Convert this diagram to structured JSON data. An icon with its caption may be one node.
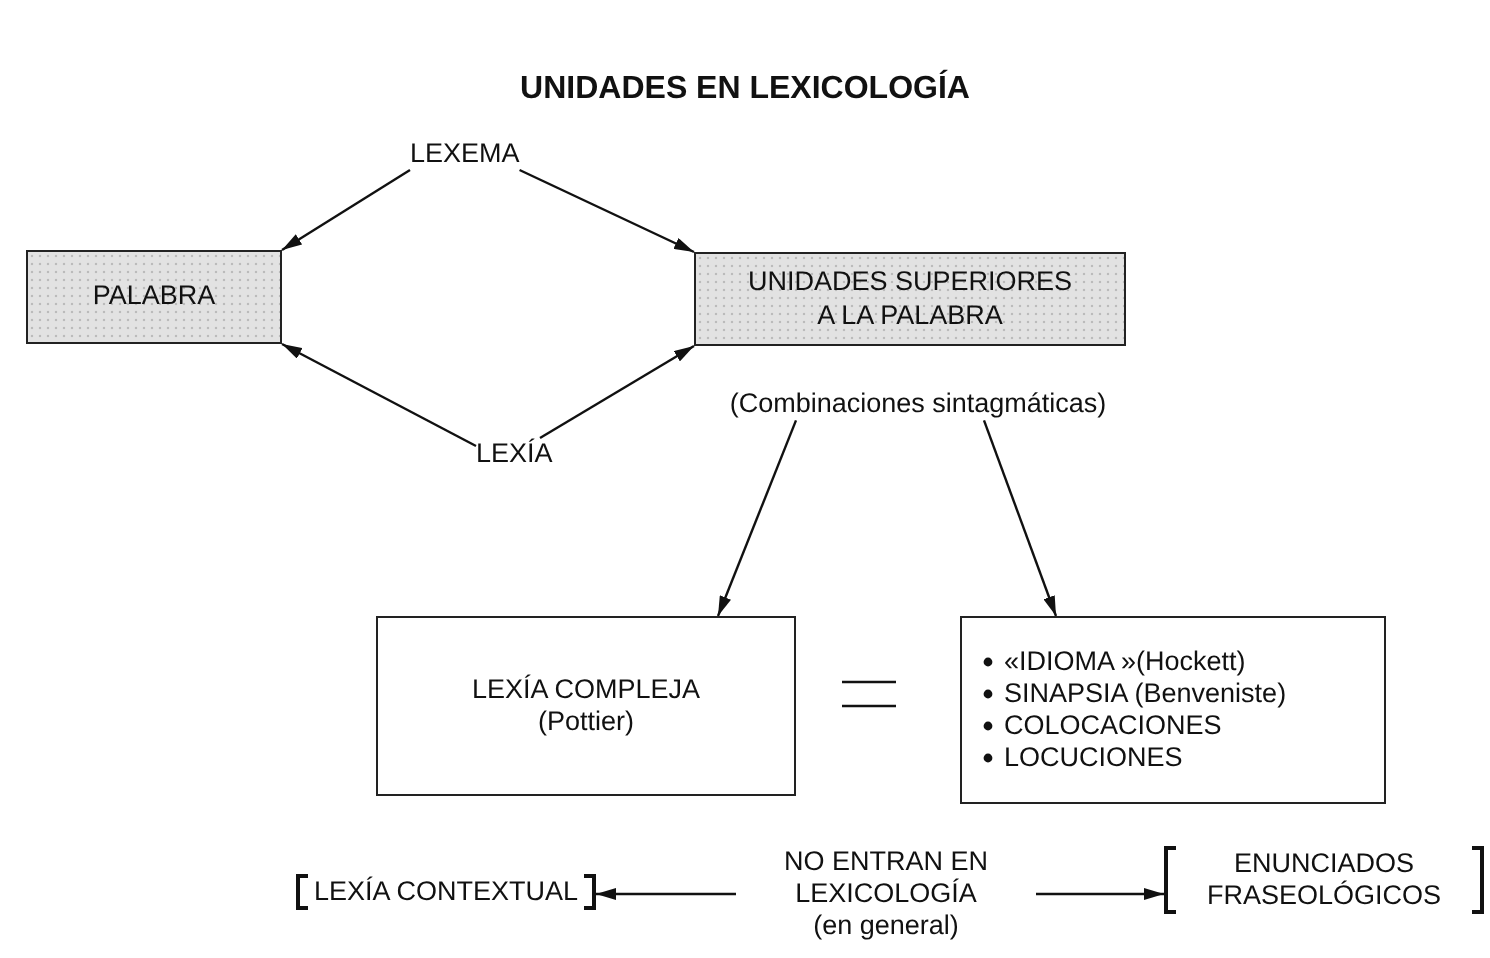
{
  "diagram": {
    "title": "UNIDADES EN LEXICOLOGÍA",
    "nodes": [
      {
        "text": [
          "LEXEMA"
        ]
      },
      {
        "text": [
          "PALABRA"
        ]
      },
      {
        "text": [
          "UNIDADES SUPERIORES A LA PALABRA"
        ]
      },
      {
        "text": [
          "LEXÍA"
        ]
      },
      {
        "text": [
          "(Combinaciones sintagmáticas)"
        ]
      },
      {
        "text": [
          "LEXÍA COMPLEJA",
          "(Pottier)"
        ]
      },
      {
        "text": [
          "«IDIOMA »(Hockett)",
          "SINAPSIA (Benveniste)",
          "COLOCACIONES",
          "LOCUCIONES"
        ]
      },
      {
        "text": [
          "LEXÍA CONTEXTUAL"
        ]
      },
      {
        "text": [
          "NO ENTRAN EN LEXICOLOGÍA",
          "(en general)"
        ]
      },
      {
        "text": [
          "ENUNCIADOS FRASEOLÓGICOS"
        ]
      }
    ],
    "edges": [
      {
        "from": 0,
        "to": 1,
        "arrow": "to"
      },
      {
        "from": 0,
        "to": 2,
        "arrow": "to"
      },
      {
        "from": 3,
        "to": 1,
        "arrow": "to"
      },
      {
        "from": 3,
        "to": 2,
        "arrow": "to"
      },
      {
        "from": 4,
        "to": 5,
        "arrow": "to"
      },
      {
        "from": 4,
        "to": 6,
        "arrow": "to"
      },
      {
        "from": 8,
        "to": 7,
        "arrow": "to"
      },
      {
        "from": 8,
        "to": 9,
        "arrow": "to"
      }
    ]
  }
}
